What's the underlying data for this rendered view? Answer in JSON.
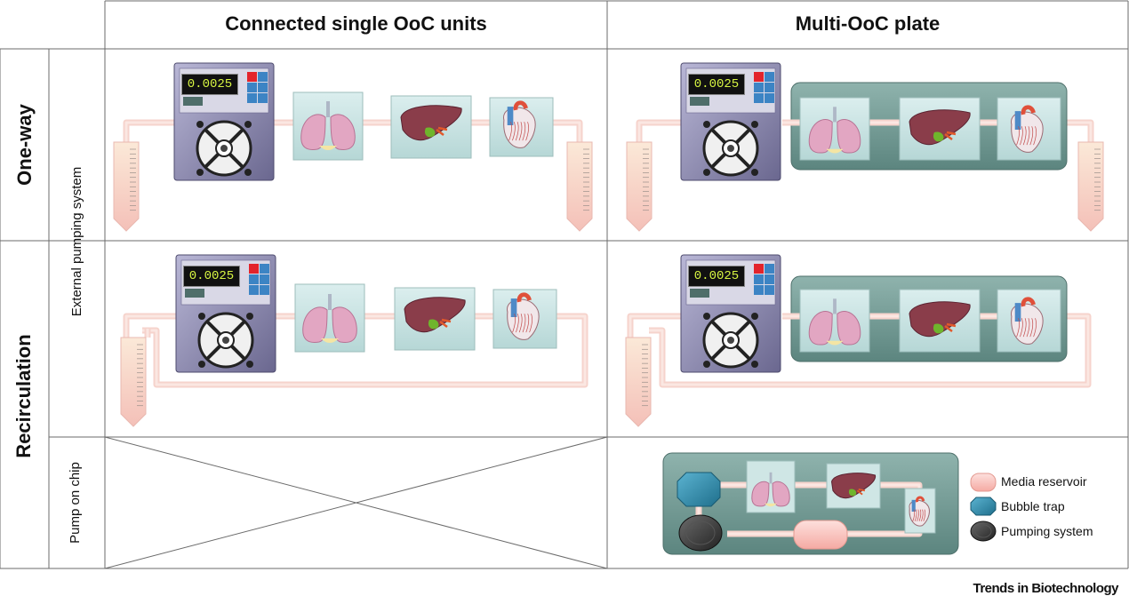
{
  "columns": {
    "connected": "Connected single OoC units",
    "multi": "Multi-OoC plate"
  },
  "rows": {
    "one_way": "One-way",
    "recirculation": "Recirculation",
    "external_pumping": "External pumping system",
    "pump_on_chip": "Pump on chip"
  },
  "pump_display": "0.0025",
  "legend": {
    "media_reservoir": "Media reservoir",
    "bubble_trap": "Bubble trap",
    "pumping_system": "Pumping system"
  },
  "footer": "Trends in Biotechnology",
  "organs": [
    "lung-icon",
    "liver-icon",
    "heart-icon"
  ],
  "colors": {
    "grid_line": "#6b6b6b",
    "tubing": "#f3c2bd",
    "pump_body": "#8c89b0",
    "chip_bg": "#c3e0e0",
    "plate_bg": "#6f9892",
    "reservoir": "#f7b9b2",
    "bubble_trap": "#2f8fb0",
    "pumping_system": "#3a3a3a"
  }
}
